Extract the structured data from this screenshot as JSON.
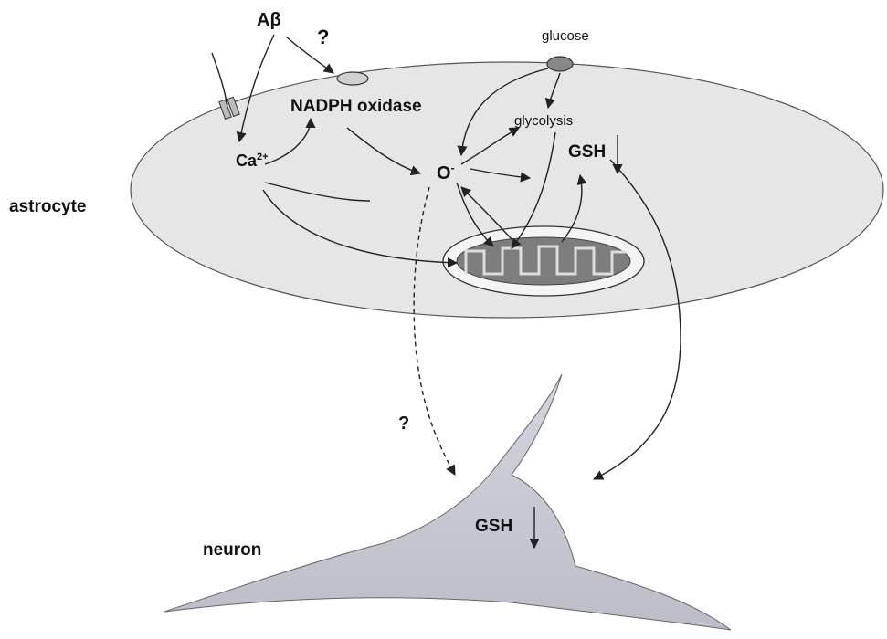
{
  "labels": {
    "abeta": "Aβ",
    "question_top": "?",
    "glucose": "glucose",
    "nadph_oxidase": "NADPH oxidase",
    "glycolysis": "glycolysis",
    "calcium": "Ca",
    "calcium_charge": "2+",
    "superoxide": "O",
    "superoxide_charge": "-",
    "gsh_astrocyte": "GSH",
    "astrocyte": "astrocyte",
    "question_bottom": "?",
    "gsh_neuron": "GSH",
    "neuron": "neuron"
  },
  "colors": {
    "cell_fill": "#e6e6e6",
    "mito_outer": "#f4f4f4",
    "mito_inner": "#7d7d7d",
    "line": "#222222"
  }
}
